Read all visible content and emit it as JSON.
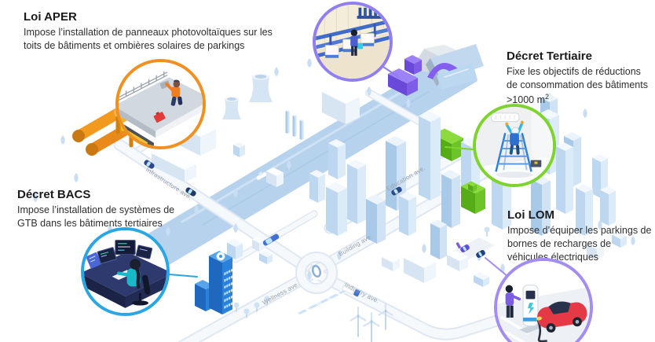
{
  "callouts": [
    {
      "key": "aper",
      "title": "Loi APER",
      "description": "Impose l’installation de panneaux photovoltaïques sur les toits de bâtiments et ombières solaires de parkings",
      "accent": "#F09021",
      "illustration": "worker-installing-solar-panels-on-roof"
    },
    {
      "key": "tertiaire",
      "title": "Décret Tertiaire",
      "description": "Fixe les objectifs de réductions de consommation des bâtiments >1000 m",
      "description_sup": "2",
      "accent": "#7FD32E",
      "illustration": "technician-on-ladder-servicing-ceiling-unit"
    },
    {
      "key": "bacs",
      "title": "Décret BACS",
      "description": "Impose l’installation de systèmes de GTB dans les bâtiments tertiaires",
      "accent": "#2AA6E4",
      "illustration": "operator-at-building-management-screens"
    },
    {
      "key": "lom",
      "title": "Loi LOM",
      "description": "Impose d’équiper les parkings de bornes de recharges de véhicules électriques",
      "accent": "#A48DF0",
      "illustration": "electric-vehicle-charging-station"
    },
    {
      "key": "boiler",
      "accent": "#8F7FF0",
      "illustration": "industrial-boiler-room-with-pipes"
    }
  ],
  "streets": [
    {
      "name": "Infrastructure ave."
    },
    {
      "name": "Education ave."
    },
    {
      "name": "Building ave."
    },
    {
      "name": "Wellness ave."
    },
    {
      "name": "Industry ave."
    }
  ],
  "colors": {
    "river": "#B7D2EC",
    "road": "#F6F9FC",
    "building_light_blue": "#DCEBF8",
    "eco_green": "#6CC426",
    "tech_purple": "#7E5CE8",
    "hospital_blue": "#2A82DC",
    "gate_orange": "#F0971F"
  }
}
